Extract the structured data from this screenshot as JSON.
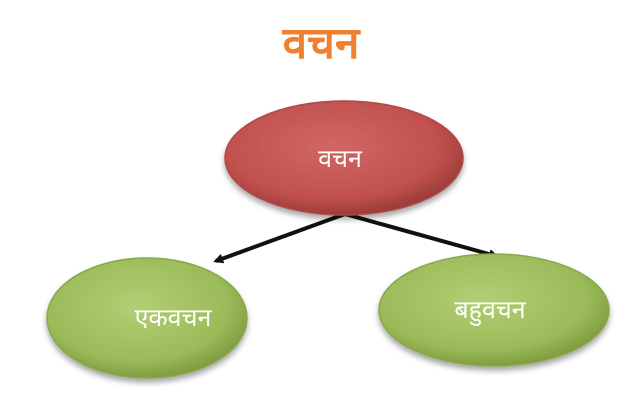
{
  "title": "वचन",
  "title_color": "#f07f2e",
  "nodes": {
    "root": {
      "label": "वचन",
      "fill": "#c0504d",
      "text_color": "#ffffff"
    },
    "left": {
      "label": "एकवचन",
      "fill": "#9bbb59",
      "text_color": "#ffffff"
    },
    "right": {
      "label": "बहुवचन",
      "fill": "#9bbb59",
      "text_color": "#ffffff"
    }
  },
  "arrow_color": "#111111"
}
